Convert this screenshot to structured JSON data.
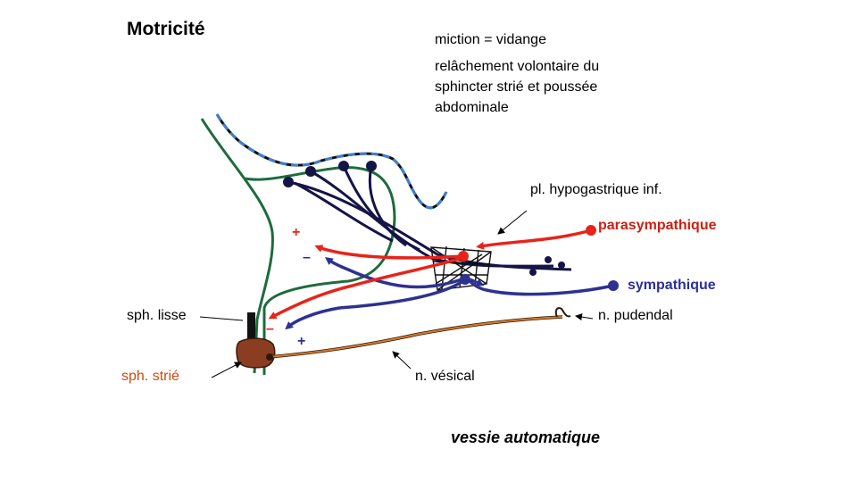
{
  "title": "Motricité",
  "notes": {
    "line1": "miction = vidange",
    "line2": "relâchement volontaire du",
    "line3": "sphincter strié et poussée",
    "line4": "abdominale"
  },
  "labels": {
    "plexus": "pl. hypogastrique inf.",
    "parasympathetic": "parasympathique",
    "sympathetic": "sympathique",
    "smooth_sphincter": "sph. lisse",
    "pudendal_nerve": "n. pudendal",
    "striated_sphincter": "sph. strié",
    "vesical_nerve": "n. vésical"
  },
  "signs": {
    "red_plus": "+",
    "red_minus": "–",
    "blue_minus": "–",
    "blue_plus": "+"
  },
  "footer": "vessie automatique",
  "colors": {
    "parasympathetic": "#e8231a",
    "sympathetic": "#2f3190",
    "bladder_wall": "#1e6b3c",
    "peritoneum": "#3f7fd0",
    "neurons": "#141446",
    "pudendal_nerve": "#d97a2a",
    "striated_sphincter": "#8b3d22"
  }
}
